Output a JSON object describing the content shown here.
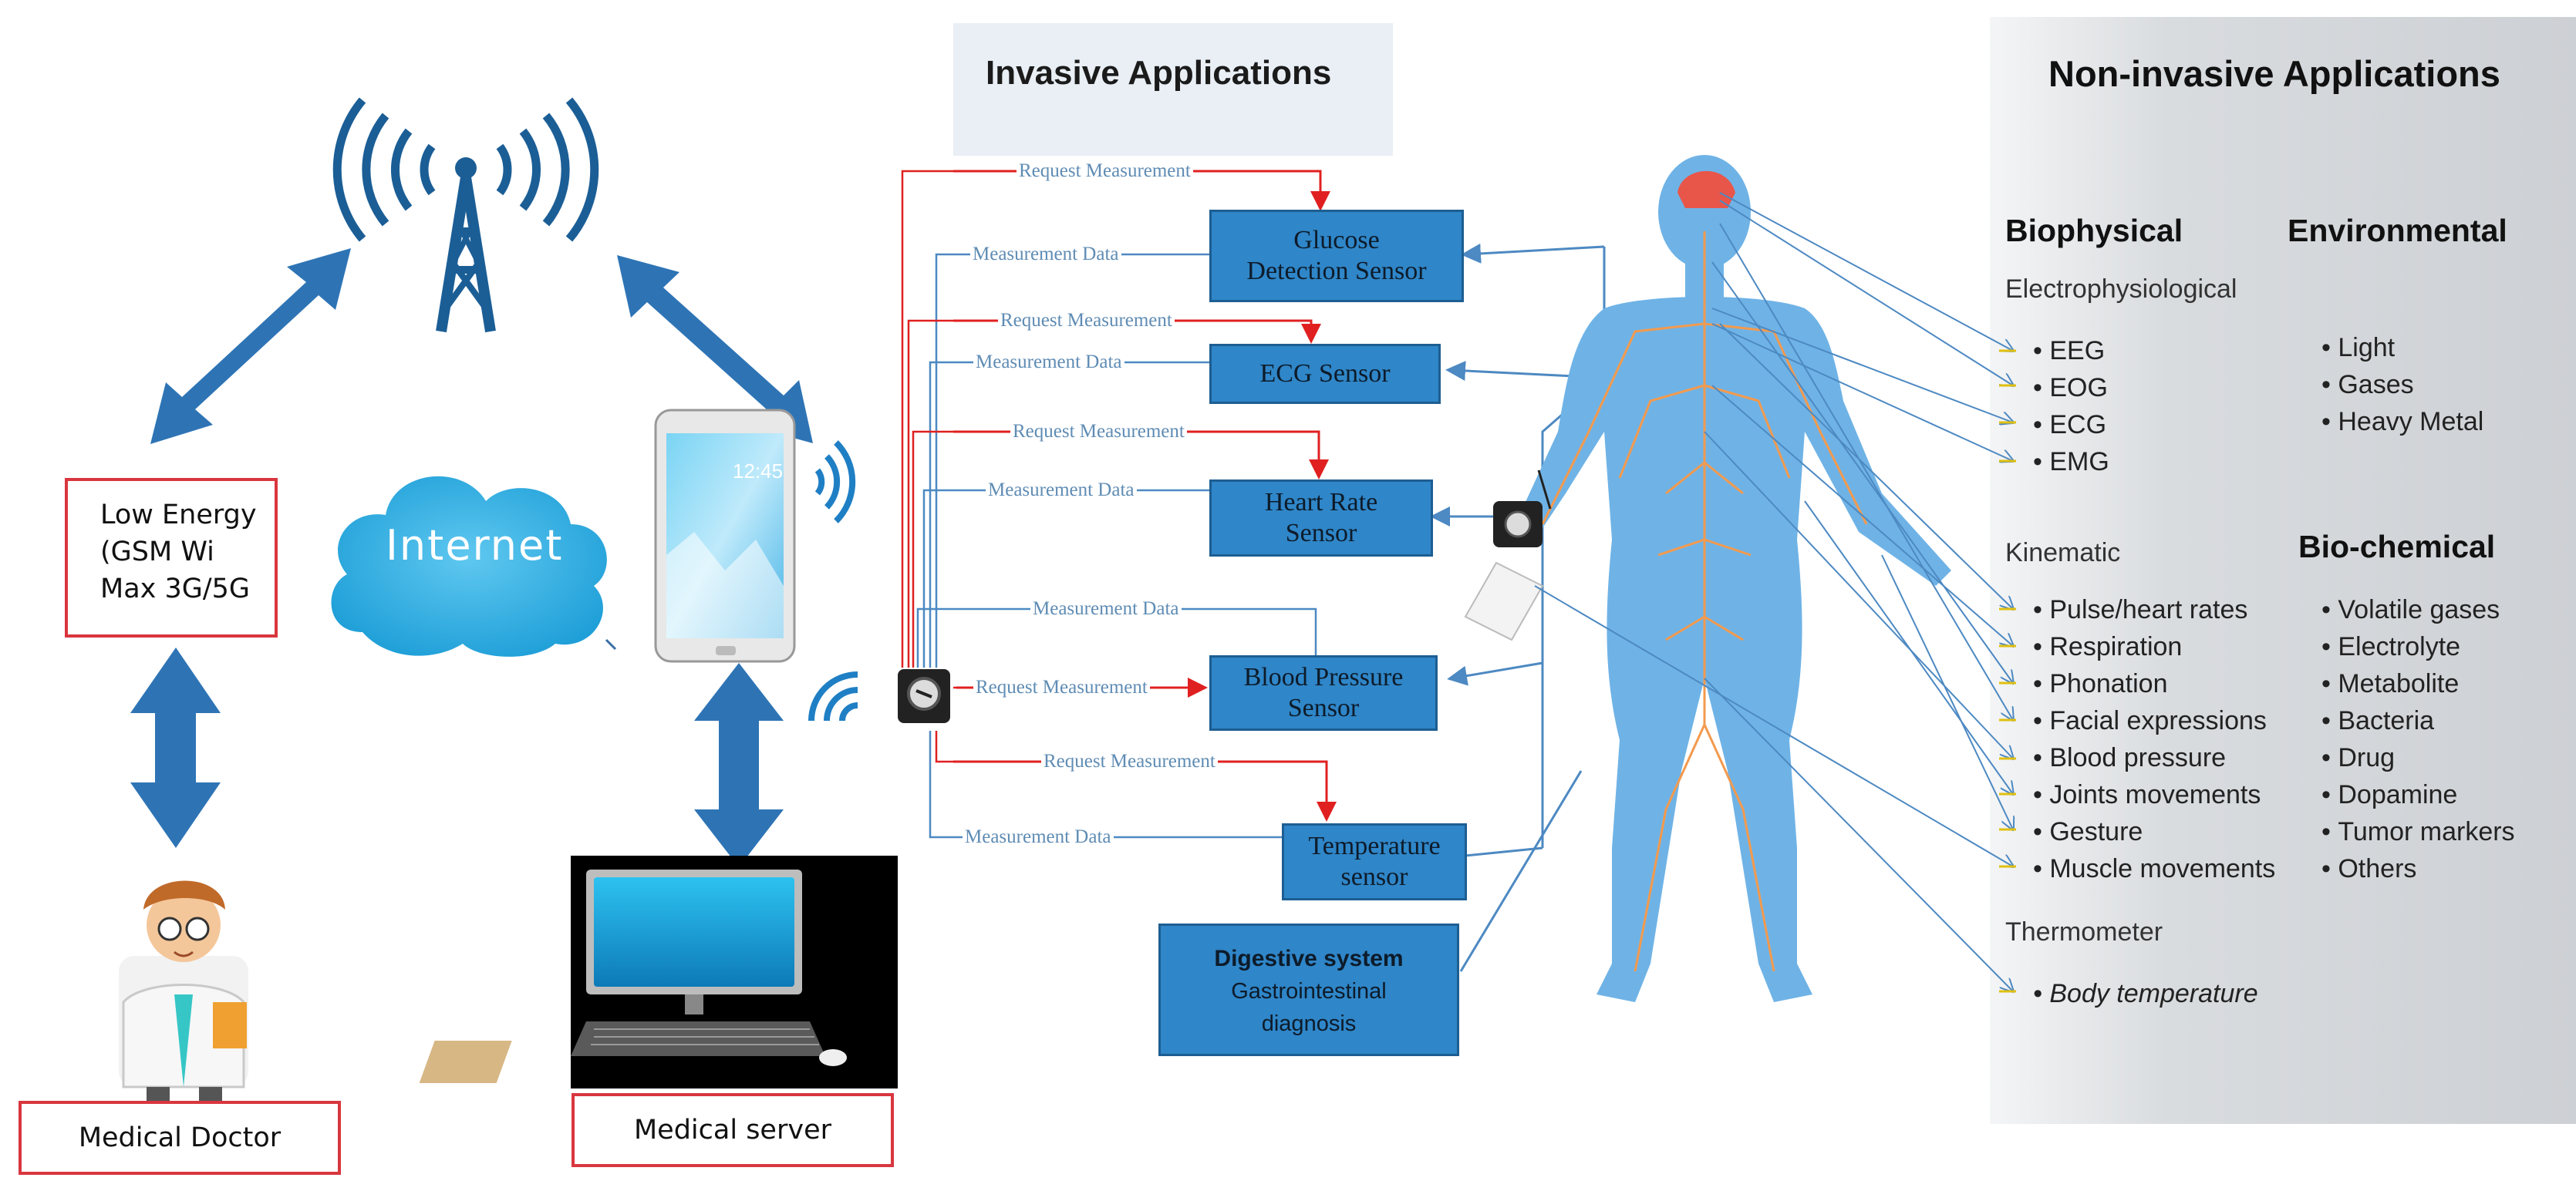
{
  "left": {
    "low_energy": "Low Energy\n(GSM Wi\nMax 3G/5G",
    "internet": "Internet",
    "medical_doctor": "Medical Doctor",
    "medical_server": "Medical server",
    "phone_time": "12:45"
  },
  "invasive": {
    "title": "Invasive Applications",
    "sensors": [
      {
        "label": "Glucose\nDetection Sensor"
      },
      {
        "label": "ECG Sensor"
      },
      {
        "label": "Heart Rate\nSensor"
      },
      {
        "label": "Blood Pressure\nSensor"
      },
      {
        "label": "Temperature\nsensor"
      }
    ],
    "request_label": "Request Measurement",
    "data_label": "Measurement Data",
    "digestive_title": "Digestive system",
    "digestive_sub": "Gastrointestinal\ndiagnosis"
  },
  "noninvasive": {
    "title": "Non-invasive Applications",
    "biophysical": "Biophysical",
    "environmental": "Environmental",
    "electrophysiological": "Electrophysiological",
    "electro_items": [
      "EEG",
      "EOG",
      "ECG",
      "EMG"
    ],
    "environmental_items": [
      "Light",
      "Gases",
      "Heavy Metal"
    ],
    "kinematic": "Kinematic",
    "kinematic_items": [
      "Pulse/heart rates",
      "Respiration",
      "Phonation",
      "Facial expressions",
      "Blood pressure",
      "Joints movements",
      "Gesture",
      "Muscle movements"
    ],
    "biochemical": "Bio-chemical",
    "biochemical_items": [
      "Volatile gases",
      "Electrolyte",
      "Metabolite",
      "Bacteria",
      "Drug",
      "Dopamine",
      "Tumor markers",
      "Others"
    ],
    "thermometer": "Thermometer",
    "thermo_items": [
      "Body temperature"
    ]
  },
  "colors": {
    "sensor_blue": "#2f86c8",
    "arrow_blue": "#2e74b5",
    "request_red": "#e02020",
    "label_red": "#d9363e",
    "body_blue": "#6fb3e6",
    "nerve_orange": "#f39a4e"
  }
}
